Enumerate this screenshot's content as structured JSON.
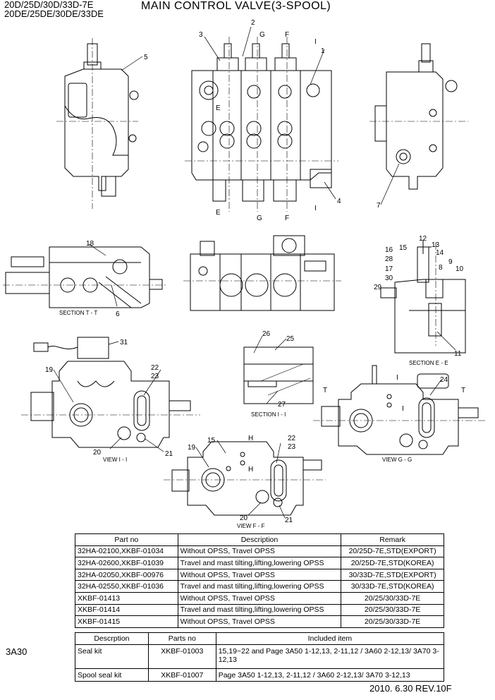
{
  "header": {
    "models_line1": "20D/25D/30D/33D-7E",
    "models_line2": "20DE/25DE/30DE/33DE",
    "title": "MAIN CONTROL VALVE(3-SPOOL)"
  },
  "callouts": [
    "1",
    "2",
    "3",
    "4",
    "5",
    "6",
    "7",
    "8",
    "9",
    "10",
    "11",
    "12",
    "13",
    "14",
    "15",
    "16",
    "17",
    "18",
    "19",
    "20",
    "21",
    "22",
    "23",
    "24",
    "25",
    "26",
    "27",
    "28",
    "29",
    "30",
    "31"
  ],
  "section_labels": {
    "t": "SECTION T - T",
    "e": "SECTION E - E",
    "i": "SECTION I - I",
    "view_i": "VIEW I - I",
    "view_g": "VIEW G - G",
    "view_f": "VIEW F - F"
  },
  "dim_letters": {
    "e": "E",
    "g": "G",
    "f": "F",
    "i": "I",
    "t": "T",
    "h": "H"
  },
  "parts_table": {
    "headers": [
      "Part no",
      "Description",
      "Remark"
    ],
    "rows": [
      {
        "part_no": "32HA-02100,XKBF-01034",
        "description": "Without OPSS, Travel OPSS",
        "remark": "20/25D-7E,STD(EXPORT)"
      },
      {
        "part_no": "32HA-02600,XKBF-01039",
        "description": "Travel and mast tilting,lifting,lowering OPSS",
        "remark": "20/25D-7E,STD(KOREA)"
      },
      {
        "part_no": "32HA-02050,XKBF-00976",
        "description": "Without OPSS, Travel OPSS",
        "remark": "30/33D-7E,STD(EXPORT)"
      },
      {
        "part_no": "32HA-02550,XKBF-01036",
        "description": "Travel and mast tilting,lifting,lowering OPSS",
        "remark": "30/33D-7E,STD(KOREA)"
      },
      {
        "part_no": "XKBF-01413",
        "description": "Without OPSS, Travel OPSS",
        "remark": "20/25/30/33D-7E"
      },
      {
        "part_no": "XKBF-01414",
        "description": "Travel and mast tilting,lifting,lowering OPSS",
        "remark": "20/25/30/33D-7E"
      },
      {
        "part_no": "XKBF-01415",
        "description": "Without OPSS, Travel OPSS",
        "remark": "20/25/30/33D-7E"
      }
    ]
  },
  "kit_table": {
    "headers": [
      "Descrption",
      "Parts no",
      "Included item"
    ],
    "rows": [
      {
        "description": "Seal kit",
        "parts_no": "XKBF-01003",
        "included": "15,19~22 and Page 3A50 1-12,13, 2-11,12 / 3A60 2-12,13/ 3A70 3-12,13"
      },
      {
        "description": "Spool seal kit",
        "parts_no": "XKBF-01007",
        "included": "Page 3A50 1-12,13, 2-11,12 / 3A60 2-12,13/ 3A70 3-12,13"
      }
    ]
  },
  "footer": {
    "page_id": "3A30",
    "revision": "2010. 6.30  REV.10F"
  }
}
